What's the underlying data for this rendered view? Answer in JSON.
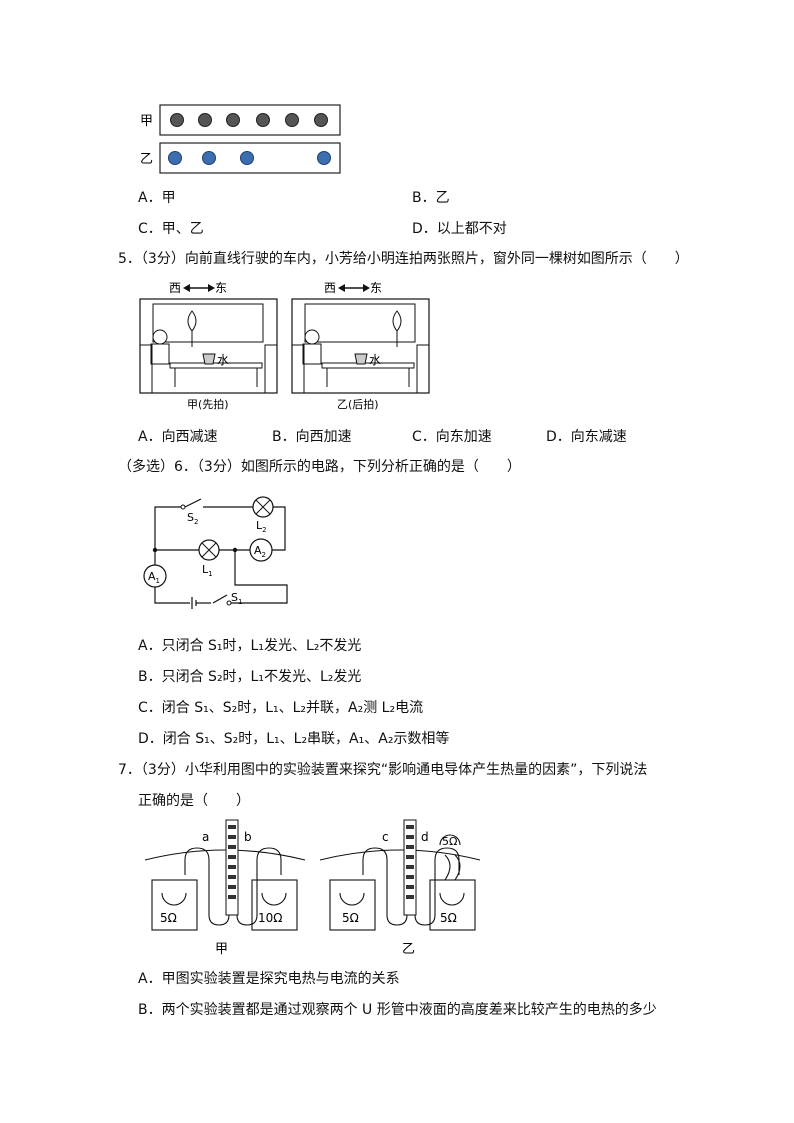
{
  "top_figure": {
    "row1_label": "甲",
    "row2_label": "乙",
    "row1_dot_color": "#555555",
    "row2_dot_color": "#3d6fb0"
  },
  "q4": {
    "options": {
      "A": "A．甲",
      "B": "B．乙",
      "C": "C．甲、乙",
      "D": "D．以上都不对"
    }
  },
  "q5": {
    "stem": "5．（3分）向前直线行驶的车内，小芳给小明连拍两张照片，窗外同一棵树如图所示（　　）",
    "figure": {
      "direction_west": "西",
      "direction_east": "东",
      "water_label": "水",
      "caption_left": "甲(先拍)",
      "caption_right": "乙(后拍)"
    },
    "options": {
      "A": "A．向西减速",
      "B": "B．向西加速",
      "C": "C．向东加速",
      "D": "D．向东减速"
    }
  },
  "q6": {
    "stem": "（多选）6．（3分）如图所示的电路，下列分析正确的是（　　）",
    "figure": {
      "S2": "S",
      "S2_sub": "2",
      "L2": "L",
      "L2_sub": "2",
      "L1": "L",
      "L1_sub": "1",
      "A1": "A",
      "A1_sub": "1",
      "A2": "A",
      "A2_sub": "2",
      "S1": "S",
      "S1_sub": "1"
    },
    "options": {
      "A": "A．只闭合 S₁时，L₁发光、L₂不发光",
      "B": "B．只闭合 S₂时，L₁不发光、L₂发光",
      "C": "C．闭合 S₁、S₂时，L₁、L₂并联，A₂测 L₂电流",
      "D": "D．闭合 S₁、S₂时，L₁、L₂串联，A₁、A₂示数相等"
    }
  },
  "q7": {
    "stem_line1": "7．（3分）小华利用图中的实验装置来探究“影响通电导体产生热量的因素”，下列说法",
    "stem_line2": "正确的是（　　）",
    "figure": {
      "a": "a",
      "b": "b",
      "c": "c",
      "d": "d",
      "r_left1": "5Ω",
      "r_right1": "10Ω",
      "r_left2": "5Ω",
      "r_right2": "5Ω",
      "r_top2": "5Ω",
      "caption_left": "甲",
      "caption_right": "乙"
    },
    "options": {
      "A": "A．甲图实验装置是探究电热与电流的关系",
      "B": "B．两个实验装置都是通过观察两个 U 形管中液面的高度差来比较产生的电热的多少"
    }
  }
}
